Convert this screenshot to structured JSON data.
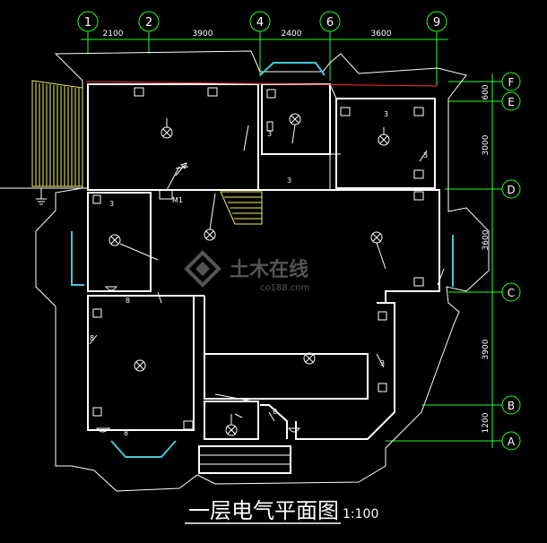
{
  "drawing": {
    "title": "一层电气平面图",
    "scale": "1:100",
    "watermark_main": "土木在线",
    "watermark_sub": "co188.com",
    "watermark_icon": "diamond-logo-icon",
    "colors": {
      "background": "#000000",
      "lines": "#ffffff",
      "grid": "#22ff22",
      "window": "#40c8d8",
      "red": "#ff3030",
      "stair": "#f0f060"
    }
  },
  "axes": {
    "top": [
      "1",
      "2",
      "4",
      "6",
      "9"
    ],
    "right": [
      "F",
      "E",
      "D",
      "C",
      "B",
      "A"
    ]
  },
  "dimensions": {
    "top": [
      "2100",
      "3900",
      "2400",
      "3600"
    ],
    "right": [
      "600",
      "3000",
      "3600",
      "3900",
      "1200"
    ]
  },
  "labels": {
    "m1": "M1",
    "wire3": "3",
    "wire8": "8"
  }
}
